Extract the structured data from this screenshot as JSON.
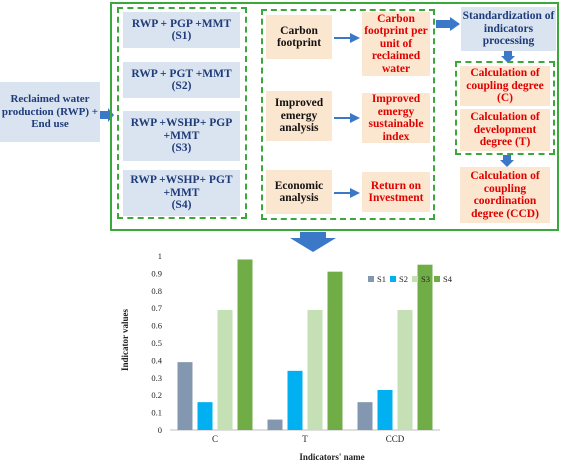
{
  "flow": {
    "source": "Reclaimed water production (RWP) + End use",
    "scenarios": [
      {
        "line1": "RWP + PGP +MMT",
        "line2": "(S1)"
      },
      {
        "line1": "RWP + PGT +MMT",
        "line2": "(S2)"
      },
      {
        "line1": "RWP +WSHP+ PGP",
        "line2": "+MMT",
        "line3": "(S3)"
      },
      {
        "line1": "RWP +WSHP+ PGT",
        "line2": "+MMT",
        "line3": "(S4)"
      }
    ],
    "analyses": [
      "Carbon footprint",
      "Improved emergy analysis",
      "Economic analysis"
    ],
    "indicators": [
      "Carbon footprint per unit of reclaimed water",
      "Improved emergy sustainable index",
      "Return on Investment"
    ],
    "standardization": "Standardization of indicators processing",
    "calc_c": "Calculation of coupling degree (C)",
    "calc_t": "Calculation of development degree (T)",
    "calc_ccd": "Calculation of coupling coordination degree (CCD)"
  },
  "chart_data": {
    "type": "bar",
    "ylabel": "Indicator values",
    "xlabel": "Indicators' name",
    "ylim": [
      0,
      1
    ],
    "yticks": [
      "0",
      "0.1",
      "0.2",
      "0.3",
      "0.4",
      "0.5",
      "0.6",
      "0.7",
      "0.8",
      "0.9",
      "1"
    ],
    "categories": [
      "C",
      "T",
      "CCD"
    ],
    "series": [
      {
        "name": "S1",
        "color": "#8497b0",
        "values": [
          0.39,
          0.06,
          0.16
        ]
      },
      {
        "name": "S2",
        "color": "#00b0f0",
        "values": [
          0.16,
          0.34,
          0.23
        ]
      },
      {
        "name": "S3",
        "color": "#c5e0b4",
        "values": [
          0.69,
          0.69,
          0.69
        ]
      },
      {
        "name": "S4",
        "color": "#70ad47",
        "values": [
          0.98,
          0.91,
          0.95
        ]
      }
    ],
    "legend_position": "top-right",
    "grid": false
  }
}
